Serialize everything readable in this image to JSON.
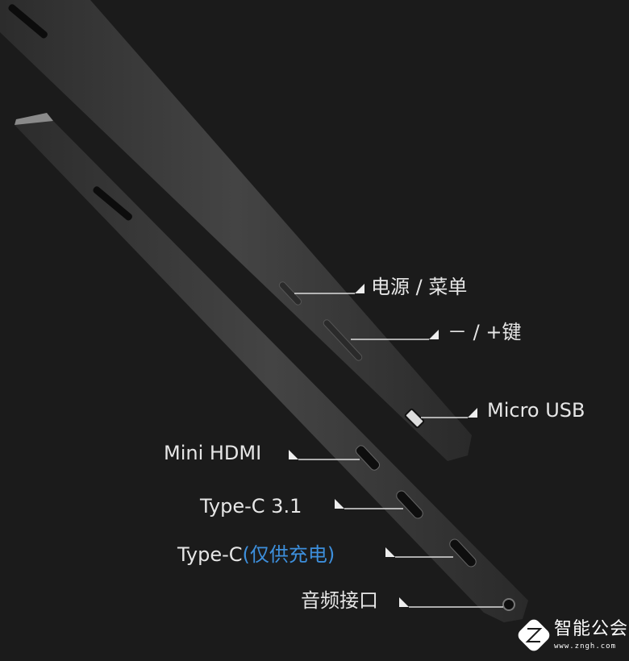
{
  "labels": {
    "power_menu": "电源 / 菜单",
    "volume_keys": "－ / +键",
    "micro_usb": "Micro USB",
    "mini_hdmi": "Mini HDMI",
    "type_c_31": "Type-C 3.1",
    "type_c_charge": "Type-C",
    "type_c_charge_note": "(仅供充电)",
    "audio_jack": "音频接口"
  },
  "colors": {
    "background": "#1b1b1b",
    "text": "#e6e6e6",
    "highlight": "#3d8fdc",
    "device": "#3a3a3a"
  },
  "watermark": {
    "title": "智能公会",
    "url": "www.zngh.com"
  }
}
